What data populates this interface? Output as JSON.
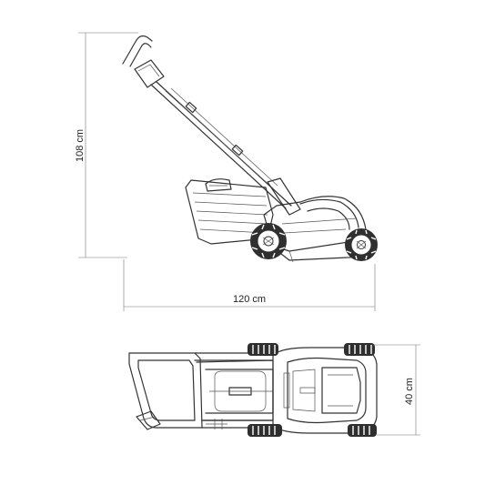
{
  "dimensions": {
    "height": "108 cm",
    "length": "120 cm",
    "width": "40 cm"
  },
  "colors": {
    "line": "#333333",
    "tire": "#2f2f2f",
    "dimension_line": "#777777",
    "background": "#ffffff"
  },
  "icons": {
    "side_view": "lawn-mower-side-view",
    "top_view": "lawn-mower-top-view"
  }
}
